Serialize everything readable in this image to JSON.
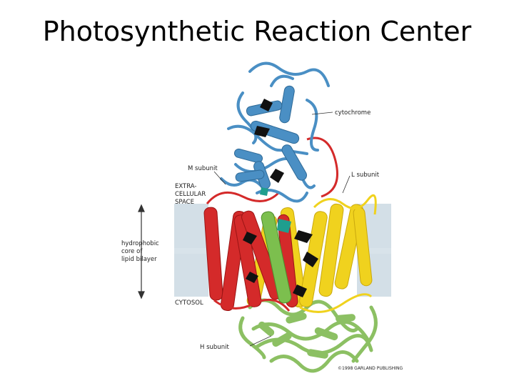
{
  "title": "Photosynthetic Reaction Center",
  "labels": {
    "cytochrome": "cytochrome",
    "m_subunit": "M subunit",
    "l_subunit": "L subunit",
    "h_subunit": "H subunit",
    "extracellular": [
      "EXTRA-",
      "CELLULAR",
      "SPACE"
    ],
    "hydrophobic": [
      "hydrophobic",
      "core of",
      "lipid bilayer"
    ],
    "cytosol": "CYTOSOL",
    "copyright": "©1998 GARLAND PUBLISHING"
  },
  "colors": {
    "cytochrome": "#4a8fc4",
    "m_subunit": "#d42a2a",
    "l_subunit": "#f0d21e",
    "h_subunit": "#8cc063",
    "central_helix": "#7cbf4e",
    "membrane": "#d8e3ea",
    "cofactor_dark": "#111111",
    "cofactor_teal": "#1f9e8e"
  }
}
